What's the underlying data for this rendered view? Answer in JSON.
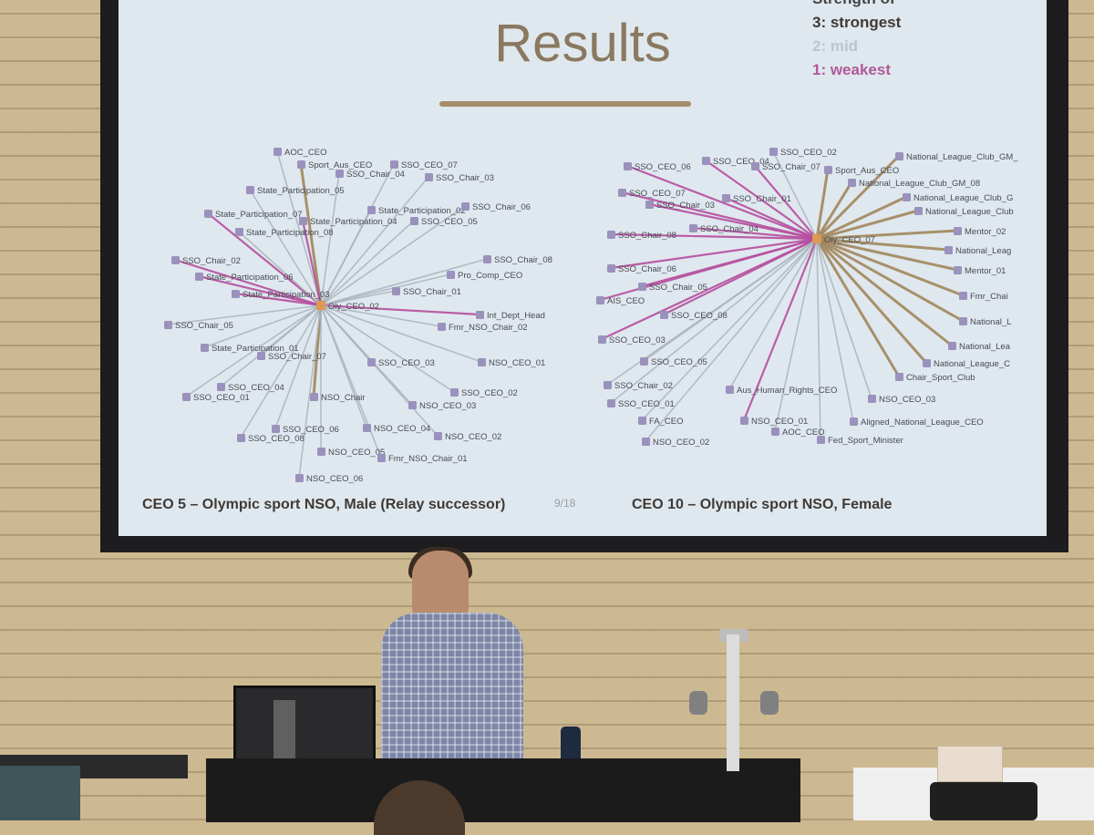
{
  "slide": {
    "title": "Results",
    "legend": {
      "heading": "Strength of",
      "item3": "3: strongest",
      "item2": "2: mid",
      "item1": "1: weakest"
    },
    "page_number": "9/18",
    "caption_left": "CEO 5 – Olympic sport NSO, Male (Relay successor)",
    "caption_right": "CEO 10 – Olympic sport NSO, Female"
  },
  "colors": {
    "strongest": "#a2875c",
    "mid": "#aab4bd",
    "weakest": "#b64ea0",
    "node": "#9a92bd"
  },
  "networks": {
    "left": {
      "center": "Oly_CEO_02",
      "nodes": [
        {
          "label": "AOC_CEO",
          "strength": "mid"
        },
        {
          "label": "Sport_Aus_CEO",
          "strength": "strongest"
        },
        {
          "label": "SSO_CEO_07",
          "strength": "mid"
        },
        {
          "label": "SSO_Chair_04",
          "strength": "mid"
        },
        {
          "label": "SSO_Chair_03",
          "strength": "mid"
        },
        {
          "label": "State_Participation_05",
          "strength": "mid"
        },
        {
          "label": "State_Participation_02",
          "strength": "mid"
        },
        {
          "label": "SSO_Chair_06",
          "strength": "mid"
        },
        {
          "label": "State_Participation_07",
          "strength": "weakest"
        },
        {
          "label": "State_Participation_04",
          "strength": "weakest"
        },
        {
          "label": "SSO_CEO_05",
          "strength": "mid"
        },
        {
          "label": "State_Participation_08",
          "strength": "mid"
        },
        {
          "label": "SSO_Chair_08",
          "strength": "mid"
        },
        {
          "label": "SSO_Chair_02",
          "strength": "weakest"
        },
        {
          "label": "Pro_Comp_CEO",
          "strength": "mid"
        },
        {
          "label": "State_Participation_06",
          "strength": "weakest"
        },
        {
          "label": "SSO_Chair_01",
          "strength": "mid"
        },
        {
          "label": "State_Participation_03",
          "strength": "weakest"
        },
        {
          "label": "Int_Dept_Head",
          "strength": "weakest"
        },
        {
          "label": "SSO_Chair_05",
          "strength": "mid"
        },
        {
          "label": "Fmr_NSO_Chair_02",
          "strength": "mid"
        },
        {
          "label": "State_Participation_01",
          "strength": "mid"
        },
        {
          "label": "SSO_Chair_07",
          "strength": "mid"
        },
        {
          "label": "NSO_CEO_01",
          "strength": "mid"
        },
        {
          "label": "SSO_CEO_03",
          "strength": "mid"
        },
        {
          "label": "SSO_CEO_04",
          "strength": "mid"
        },
        {
          "label": "SSO_CEO_01",
          "strength": "mid"
        },
        {
          "label": "SSO_CEO_02",
          "strength": "mid"
        },
        {
          "label": "NSO_Chair",
          "strength": "strongest"
        },
        {
          "label": "NSO_CEO_03",
          "strength": "mid"
        },
        {
          "label": "SSO_CEO_06",
          "strength": "mid"
        },
        {
          "label": "SSO_CEO_08",
          "strength": "mid"
        },
        {
          "label": "NSO_CEO_04",
          "strength": "mid"
        },
        {
          "label": "NSO_CEO_02",
          "strength": "mid"
        },
        {
          "label": "NSO_CEO_05",
          "strength": "mid"
        },
        {
          "label": "Fmr_NSO_Chair_01",
          "strength": "mid"
        },
        {
          "label": "NSO_CEO_06",
          "strength": "mid"
        }
      ]
    },
    "right": {
      "center": "Oly_CEO_07",
      "nodes": [
        {
          "label": "SSO_CEO_04",
          "strength": "weakest"
        },
        {
          "label": "SSO_CEO_02",
          "strength": "mid"
        },
        {
          "label": "SSO_CEO_06",
          "strength": "weakest"
        },
        {
          "label": "SSO_Chair_07",
          "strength": "weakest"
        },
        {
          "label": "Sport_Aus_CEO",
          "strength": "strongest"
        },
        {
          "label": "National_League_Club_GM_",
          "strength": "strongest"
        },
        {
          "label": "National_League_Club_GM_08",
          "strength": "strongest"
        },
        {
          "label": "SSO_CEO_07",
          "strength": "weakest"
        },
        {
          "label": "SSO_Chair_01",
          "strength": "weakest"
        },
        {
          "label": "National_League_Club_G",
          "strength": "strongest"
        },
        {
          "label": "SSO_Chair_03",
          "strength": "weakest"
        },
        {
          "label": "National_League_Club",
          "strength": "strongest"
        },
        {
          "label": "SSO_Chair_04",
          "strength": "weakest"
        },
        {
          "label": "Mentor_02",
          "strength": "strongest"
        },
        {
          "label": "SSO_Chair_08",
          "strength": "weakest"
        },
        {
          "label": "National_Leag",
          "strength": "strongest"
        },
        {
          "label": "SSO_Chair_06",
          "strength": "weakest"
        },
        {
          "label": "Mentor_01",
          "strength": "strongest"
        },
        {
          "label": "SSO_Chair_05",
          "strength": "weakest"
        },
        {
          "label": "AIS_CEO",
          "strength": "weakest"
        },
        {
          "label": "Fmr_Chai",
          "strength": "strongest"
        },
        {
          "label": "SSO_CEO_08",
          "strength": "weakest"
        },
        {
          "label": "National_L",
          "strength": "strongest"
        },
        {
          "label": "SSO_CEO_03",
          "strength": "weakest"
        },
        {
          "label": "National_Lea",
          "strength": "strongest"
        },
        {
          "label": "SSO_CEO_05",
          "strength": "mid"
        },
        {
          "label": "National_League_C",
          "strength": "strongest"
        },
        {
          "label": "SSO_Chair_02",
          "strength": "mid"
        },
        {
          "label": "Chair_Sport_Club",
          "strength": "strongest"
        },
        {
          "label": "Aus_Human_Rights_CEO",
          "strength": "mid"
        },
        {
          "label": "SSO_CEO_01",
          "strength": "mid"
        },
        {
          "label": "NSO_CEO_03",
          "strength": "mid"
        },
        {
          "label": "FA_CEO",
          "strength": "mid"
        },
        {
          "label": "NSO_CEO_01",
          "strength": "weakest"
        },
        {
          "label": "Aligned_National_League_CEO",
          "strength": "mid"
        },
        {
          "label": "AOC_CEO",
          "strength": "mid"
        },
        {
          "label": "Fed_Sport_Minister",
          "strength": "mid"
        },
        {
          "label": "NSO_CEO_02",
          "strength": "mid"
        }
      ]
    }
  }
}
